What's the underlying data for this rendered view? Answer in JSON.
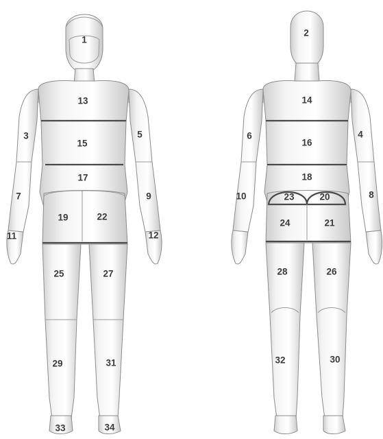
{
  "figures": [
    {
      "view": "front",
      "zones": [
        "1",
        "3",
        "5",
        "7",
        "9",
        "11",
        "12",
        "13",
        "15",
        "17",
        "19",
        "22",
        "25",
        "27",
        "29",
        "31",
        "33",
        "34"
      ]
    },
    {
      "view": "back",
      "zones": [
        "2",
        "4",
        "6",
        "8",
        "10",
        "14",
        "16",
        "18",
        "20",
        "21",
        "23",
        "24",
        "26",
        "28",
        "30",
        "32"
      ]
    }
  ]
}
